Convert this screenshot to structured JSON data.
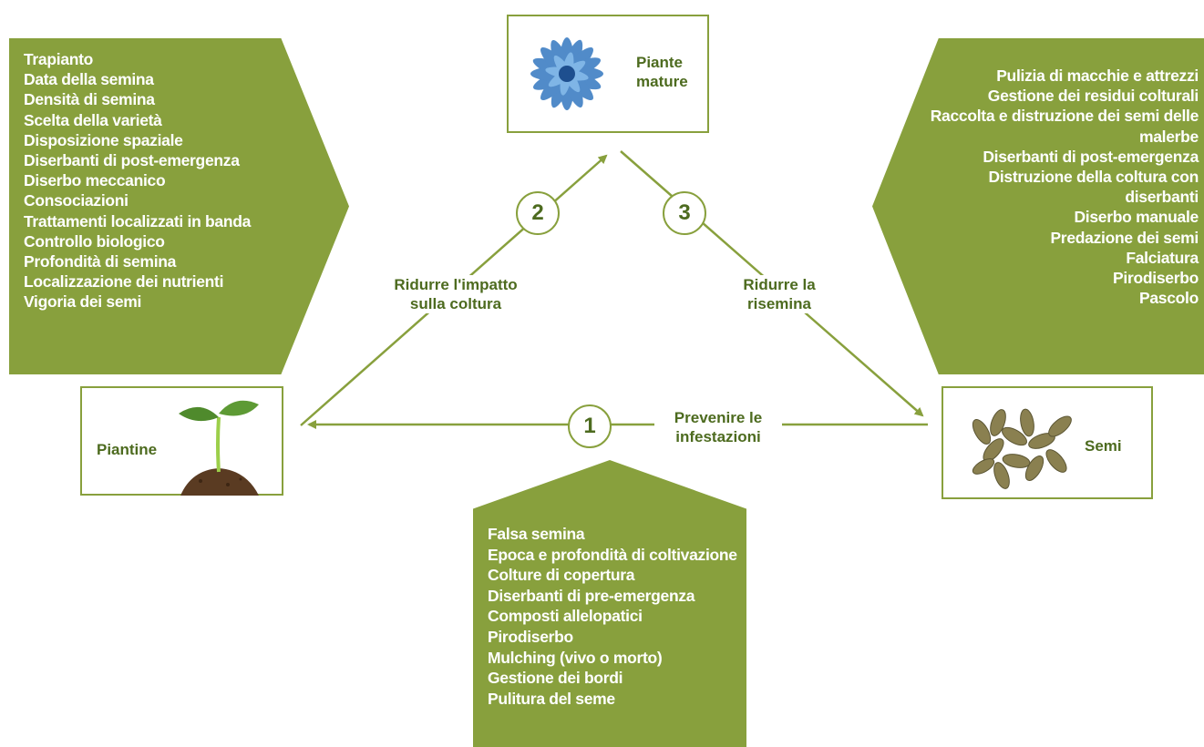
{
  "nodes": {
    "mature_plants": "Piante\nmature",
    "seedlings": "Piantine",
    "seeds": "Semi"
  },
  "steps": [
    {
      "number": "1",
      "label": "Prevenire le\ninfestazioni"
    },
    {
      "number": "2",
      "label": "Ridurre l'impatto\nsulla coltura"
    },
    {
      "number": "3",
      "label": "Ridurre la\nrisemina"
    }
  ],
  "lists": {
    "left": [
      "Trapianto",
      "Data della semina",
      "Densità di semina",
      "Scelta della varietà",
      "Disposizione spaziale",
      "Diserbanti di post-emergenza",
      "Diserbo meccanico",
      "Consociazioni",
      "Trattamenti localizzati in banda",
      "Controllo biologico",
      "Profondità di semina",
      "Localizzazione dei nutrienti",
      "Vigoria dei semi"
    ],
    "right": [
      "Pulizia di macchie e attrezzi",
      "Gestione dei residui colturali",
      "Raccolta e distruzione dei semi delle malerbe",
      "Diserbanti di post-emergenza",
      "Distruzione della coltura con diserbanti",
      "Diserbo manuale",
      "Predazione dei semi",
      "Falciatura",
      "Pirodiserbo",
      "Pascolo"
    ],
    "bottom": [
      "Falsa semina",
      "Epoca e profondità di coltivazione",
      "Colture di copertura",
      "Diserbanti di pre-emergenza",
      "Composti allelopatici",
      "Pirodiserbo",
      "Mulching (vivo o morto)",
      "Gestione dei bordi",
      "Pulitura del seme"
    ]
  },
  "colors": {
    "panel": "#88a03d",
    "line": "#88a03d",
    "text": "#4d6b1f"
  },
  "icons": {
    "mature_plants": "blue-flower-image",
    "seedlings": "seedling-in-soil-image",
    "seeds": "pumpkin-seeds-image"
  }
}
